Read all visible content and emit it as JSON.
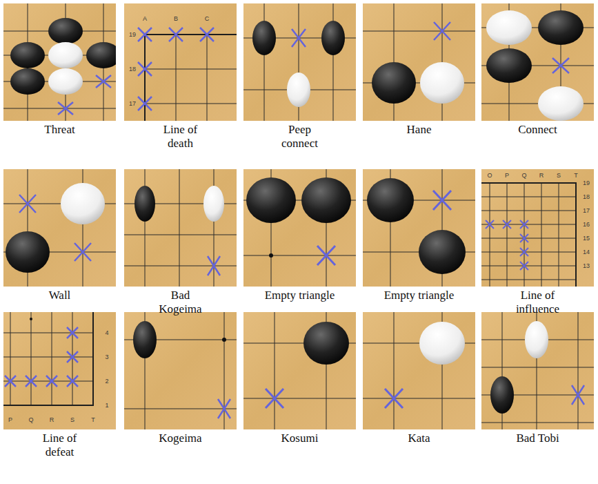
{
  "diagram": {
    "nodes": [
      {
        "text": [
          "Threat"
        ]
      },
      {
        "text": [
          "Line of death"
        ]
      },
      {
        "text": [
          "Peep connect"
        ]
      },
      {
        "text": [
          "Hane"
        ]
      },
      {
        "text": [
          "Connect"
        ]
      },
      {
        "text": [
          "Wall"
        ]
      },
      {
        "text": [
          "Bad Kogeima"
        ]
      },
      {
        "text": [
          "Empty triangle"
        ]
      },
      {
        "text": [
          "Empty triangle"
        ]
      },
      {
        "text": [
          "Line of influence"
        ]
      },
      {
        "text": [
          "Line of defeat"
        ]
      },
      {
        "text": [
          "Kogeima"
        ]
      },
      {
        "text": [
          "Kosumi"
        ]
      },
      {
        "text": [
          "Kata"
        ]
      },
      {
        "text": [
          "Bad Tobi"
        ]
      }
    ],
    "labels": [
      "A",
      "B",
      "C",
      "19",
      "18",
      "17",
      "O",
      "P",
      "Q",
      "R",
      "S",
      "T",
      "19",
      "18",
      "17",
      "16",
      "15",
      "14",
      "13",
      "P",
      "Q",
      "R",
      "S",
      "T",
      "4",
      "3",
      "2",
      "1"
    ]
  }
}
